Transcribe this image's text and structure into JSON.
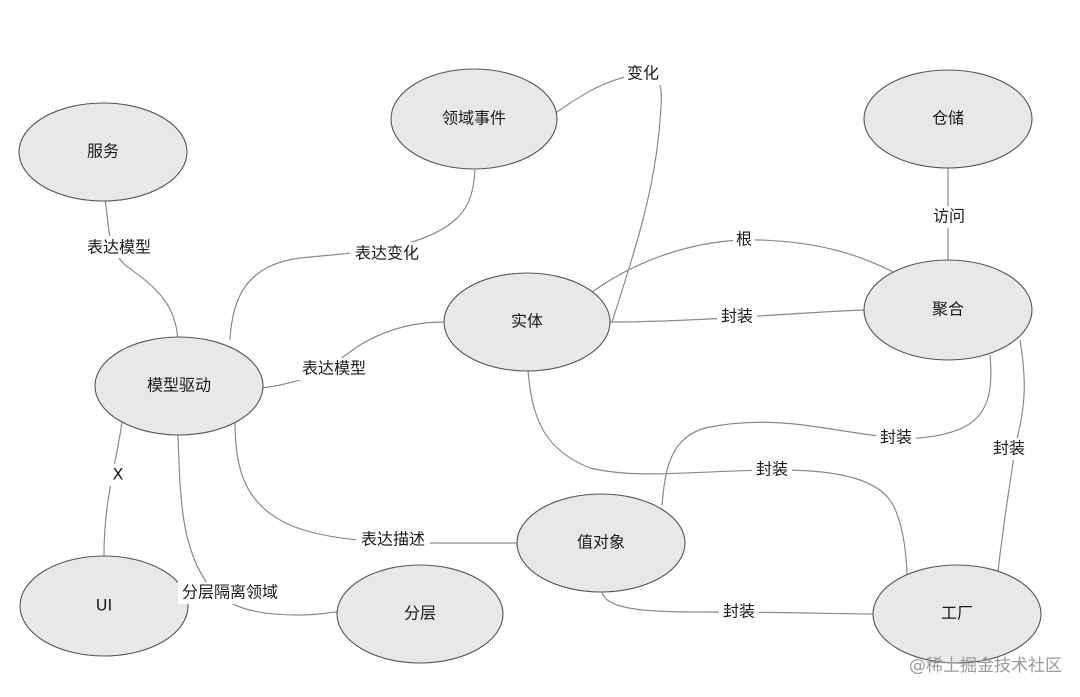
{
  "nodes": {
    "service": "服务",
    "domain_event": "领域事件",
    "repository": "仓储",
    "entity": "实体",
    "aggregate": "聚合",
    "model_driven": "模型驱动",
    "value_object": "值对象",
    "ui": "UI",
    "layering": "分层",
    "factory": "工厂"
  },
  "edges": {
    "service_model": "表达模型",
    "model_event": "表达变化",
    "event_entity": "变化",
    "repo_aggregate": "访问",
    "entity_aggregate_root": "根",
    "entity_aggregate_wrap": "封装",
    "model_entity": "表达模型",
    "model_ui": "X",
    "aggregate_value": "封装",
    "aggregate_factory": "封装",
    "entity_factory": "封装",
    "model_value": "表达描述",
    "value_factory": "封装",
    "layer_isolate": "分层隔离领域"
  },
  "watermark": "@稀土掘金技术社区"
}
